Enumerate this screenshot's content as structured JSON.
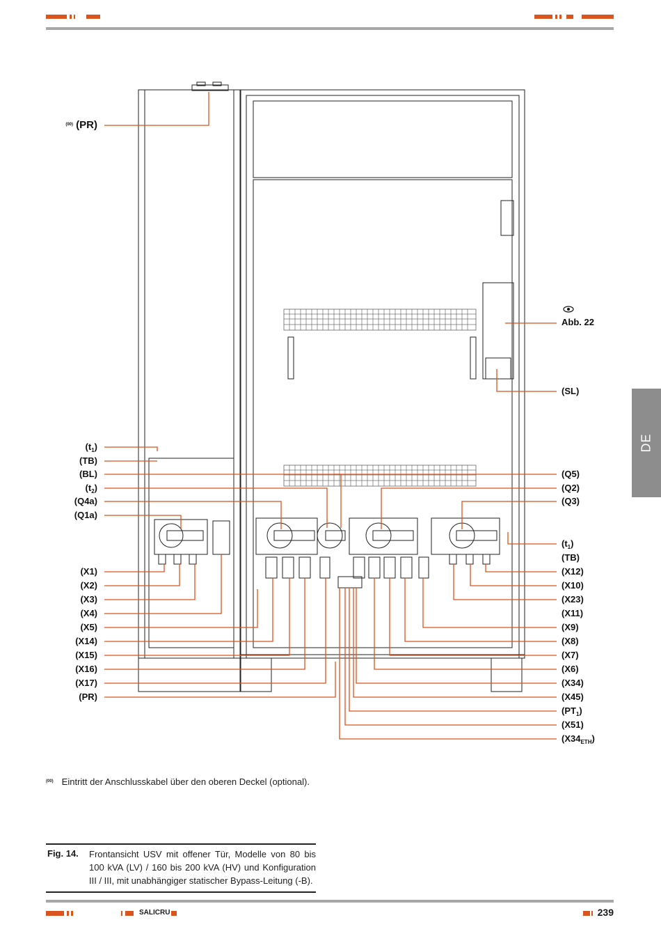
{
  "page": {
    "language_tab": "DE",
    "page_number": "239",
    "brand": "SALICRU"
  },
  "labels_left": [
    {
      "id": "lbl-pr-top",
      "sup": "(00)",
      "text": "(PR)"
    },
    {
      "id": "lbl-t1-left",
      "text": "(t",
      "sub": "1",
      "tail": ")"
    },
    {
      "id": "lbl-tb-left",
      "text": "(TB)"
    },
    {
      "id": "lbl-bl",
      "text": "(BL)"
    },
    {
      "id": "lbl-t2",
      "text": "(t",
      "sub": "2",
      "tail": ")"
    },
    {
      "id": "lbl-q4a",
      "text": "(Q4a)"
    },
    {
      "id": "lbl-q1a",
      "text": "(Q1a)"
    },
    {
      "id": "lbl-x1",
      "text": "(X1)"
    },
    {
      "id": "lbl-x2",
      "text": "(X2)"
    },
    {
      "id": "lbl-x3",
      "text": "(X3)"
    },
    {
      "id": "lbl-x4",
      "text": "(X4)"
    },
    {
      "id": "lbl-x5",
      "text": "(X5)"
    },
    {
      "id": "lbl-x14",
      "text": "(X14)"
    },
    {
      "id": "lbl-x15",
      "text": "(X15)"
    },
    {
      "id": "lbl-x16",
      "text": "(X16)"
    },
    {
      "id": "lbl-x17",
      "text": "(X17)"
    },
    {
      "id": "lbl-pr-bottom",
      "text": "(PR)"
    }
  ],
  "labels_right": [
    {
      "id": "lbl-abb22",
      "text": "Abb. 22"
    },
    {
      "id": "lbl-sl",
      "text": "(SL)"
    },
    {
      "id": "lbl-q5",
      "text": "(Q5)"
    },
    {
      "id": "lbl-q2",
      "text": "(Q2)"
    },
    {
      "id": "lbl-q3",
      "text": "(Q3)"
    },
    {
      "id": "lbl-t1-right",
      "text": "(t",
      "sub": "1",
      "tail": ")"
    },
    {
      "id": "lbl-tb-right",
      "text": "(TB)"
    },
    {
      "id": "lbl-x12",
      "text": "(X12)"
    },
    {
      "id": "lbl-x10",
      "text": "(X10)"
    },
    {
      "id": "lbl-x23",
      "text": "(X23)"
    },
    {
      "id": "lbl-x11",
      "text": "(X11)"
    },
    {
      "id": "lbl-x9",
      "text": "(X9)"
    },
    {
      "id": "lbl-x8",
      "text": "(X8)"
    },
    {
      "id": "lbl-x7",
      "text": "(X7)"
    },
    {
      "id": "lbl-x6",
      "text": "(X6)"
    },
    {
      "id": "lbl-x34",
      "text": "(X34)"
    },
    {
      "id": "lbl-x45",
      "text": "(X45)"
    },
    {
      "id": "lbl-pt1",
      "text": "(PT",
      "sub": "1",
      "tail": ")"
    },
    {
      "id": "lbl-x51",
      "text": "(X51)"
    },
    {
      "id": "lbl-x34eth",
      "text": "(X34",
      "sub": "ETH",
      "tail": ")"
    }
  ],
  "footnote": {
    "mark": "(00)",
    "text": "Eintritt der Anschlusskabel über den oberen Deckel (optional)."
  },
  "caption": {
    "fig": "Fig. 14.",
    "text": "Frontansicht USV mit offener Tür, Modelle von 80 bis 100 kVA (LV) / 160 bis 200 kVA (HV) und Konfiguration III / III, mit unabhängiger statischer Bypass-Leitung (-B)."
  },
  "colors": {
    "accent": "#d9541e",
    "rule": "#a7a7a7",
    "tab": "#8d8d8d",
    "callout": "#d9541e"
  },
  "icons": {
    "view_reference": "eye-icon"
  }
}
